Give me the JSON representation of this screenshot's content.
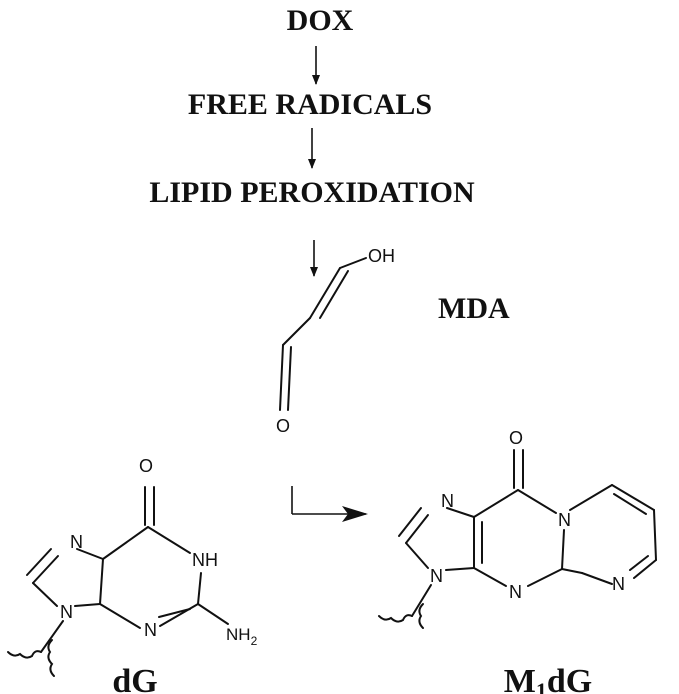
{
  "pathway": {
    "steps": [
      "DOX",
      "FREE RADICALS",
      "LIPID PEROXIDATION"
    ],
    "mda_label": "MDA"
  },
  "molecules": {
    "dg_label": "dG",
    "m1dg_label": "M",
    "m1dg_sub": "1",
    "m1dg_rest": "dG"
  },
  "atoms": {
    "oh": "OH",
    "o": "O",
    "n": "N",
    "nh": "NH",
    "nh2_main": "NH",
    "nh2_sub": "2"
  }
}
